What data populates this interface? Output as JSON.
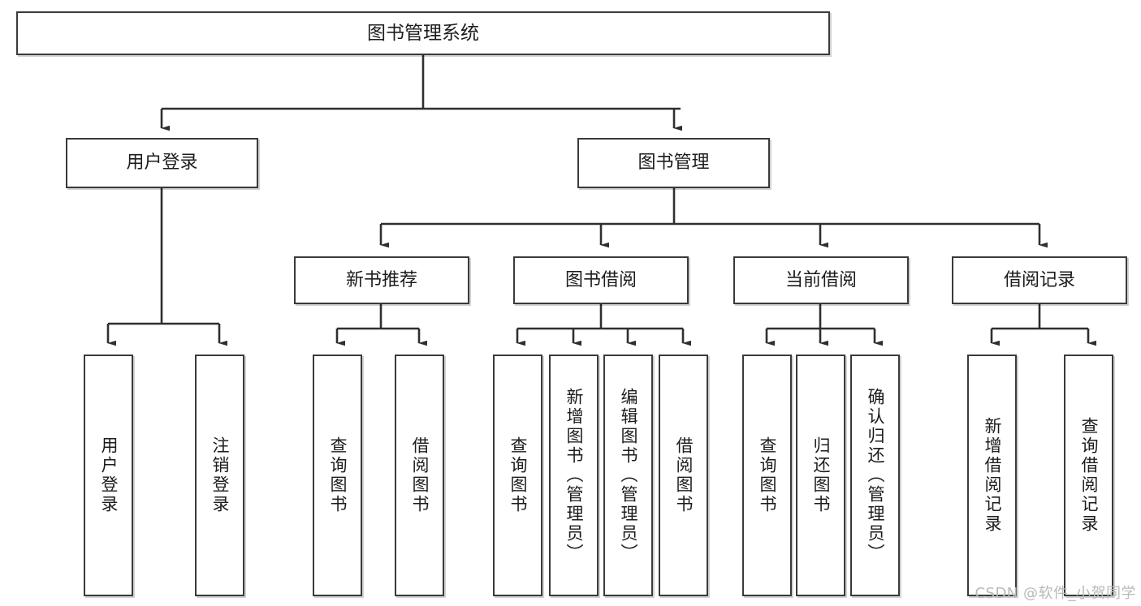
{
  "diagram": {
    "title": "图书管理系统",
    "type": "hierarchy-tree",
    "colors": {
      "box_border": "#3a3a3a",
      "box_fill": "#ffffff",
      "line": "#2f2f2f",
      "text": "#1c1c1c",
      "watermark": "#b9b9b9"
    },
    "levels": {
      "root": {
        "label": "图书管理系统"
      },
      "level2": [
        {
          "label": "用户登录"
        },
        {
          "label": "图书管理"
        }
      ],
      "level3": [
        {
          "label": "新书推荐"
        },
        {
          "label": "图书借阅"
        },
        {
          "label": "当前借阅"
        },
        {
          "label": "借阅记录"
        }
      ],
      "level4": {
        "user_login": [
          {
            "label": "用户登录"
          },
          {
            "label": "注销登录"
          }
        ],
        "new_book_recommend": [
          {
            "label": "查询图书"
          },
          {
            "label": "借阅图书"
          }
        ],
        "book_borrow": [
          {
            "label": "查询图书"
          },
          {
            "label": "新增图书（管理员）"
          },
          {
            "label": "编辑图书（管理员）"
          },
          {
            "label": "借阅图书"
          }
        ],
        "current_borrow": [
          {
            "label": "查询图书"
          },
          {
            "label": "归还图书"
          },
          {
            "label": "确认归还（管理员）"
          }
        ],
        "borrow_record": [
          {
            "label": "新增借阅记录"
          },
          {
            "label": "查询借阅记录"
          }
        ]
      }
    },
    "watermark": "CSDN @软件_小贺同学"
  }
}
